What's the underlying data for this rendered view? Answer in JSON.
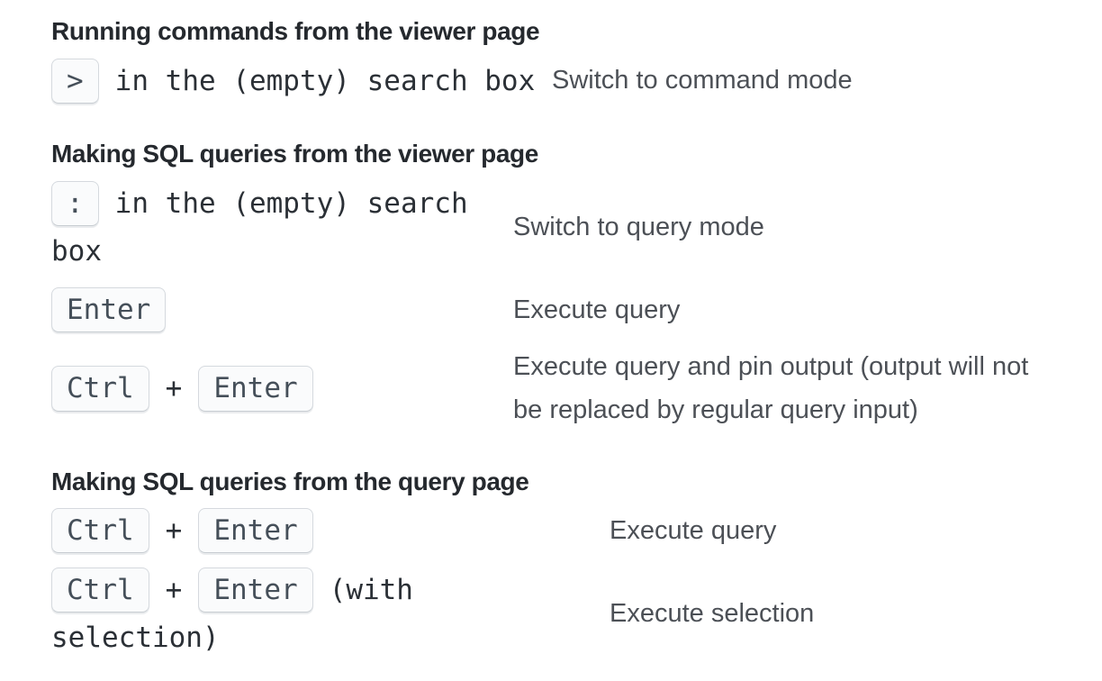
{
  "page": {
    "sections": [
      {
        "heading": "Running commands from the viewer page",
        "rows": [
          {
            "keys": [
              {
                "type": "kbd",
                "text": ">"
              },
              {
                "type": "code",
                "text": "in the (empty) search box"
              }
            ],
            "desc": "Switch to command mode"
          }
        ]
      },
      {
        "heading": "Making SQL queries from the viewer page",
        "rows": [
          {
            "keys": [
              {
                "type": "kbd",
                "text": ":"
              },
              {
                "type": "code",
                "text": "in the (empty) search box"
              }
            ],
            "desc": "Switch to query mode"
          },
          {
            "keys": [
              {
                "type": "kbd",
                "text": "Enter"
              }
            ],
            "desc": "Execute query"
          },
          {
            "keys": [
              {
                "type": "kbd",
                "text": "Ctrl"
              },
              {
                "type": "plus",
                "text": "+"
              },
              {
                "type": "kbd",
                "text": "Enter"
              }
            ],
            "desc": "Execute query and pin output (output will not be replaced by regular query input)"
          }
        ]
      },
      {
        "heading": "Making SQL queries from the query page",
        "rows": [
          {
            "keys": [
              {
                "type": "kbd",
                "text": "Ctrl"
              },
              {
                "type": "plus",
                "text": "+"
              },
              {
                "type": "kbd",
                "text": "Enter"
              }
            ],
            "desc": "Execute query"
          },
          {
            "keys": [
              {
                "type": "kbd",
                "text": "Ctrl"
              },
              {
                "type": "plus",
                "text": "+"
              },
              {
                "type": "kbd",
                "text": "Enter"
              },
              {
                "type": "code",
                "text": "(with selection)"
              }
            ],
            "desc": "Execute selection"
          }
        ]
      }
    ]
  },
  "colors": {
    "page_background": "#ffffff",
    "heading_text": "#25292e",
    "description_text": "#4c5056",
    "code_text": "#2b3036",
    "kbd_text": "#454f59",
    "kbd_background": "#fafbfc",
    "kbd_border": "#d5d9de"
  }
}
